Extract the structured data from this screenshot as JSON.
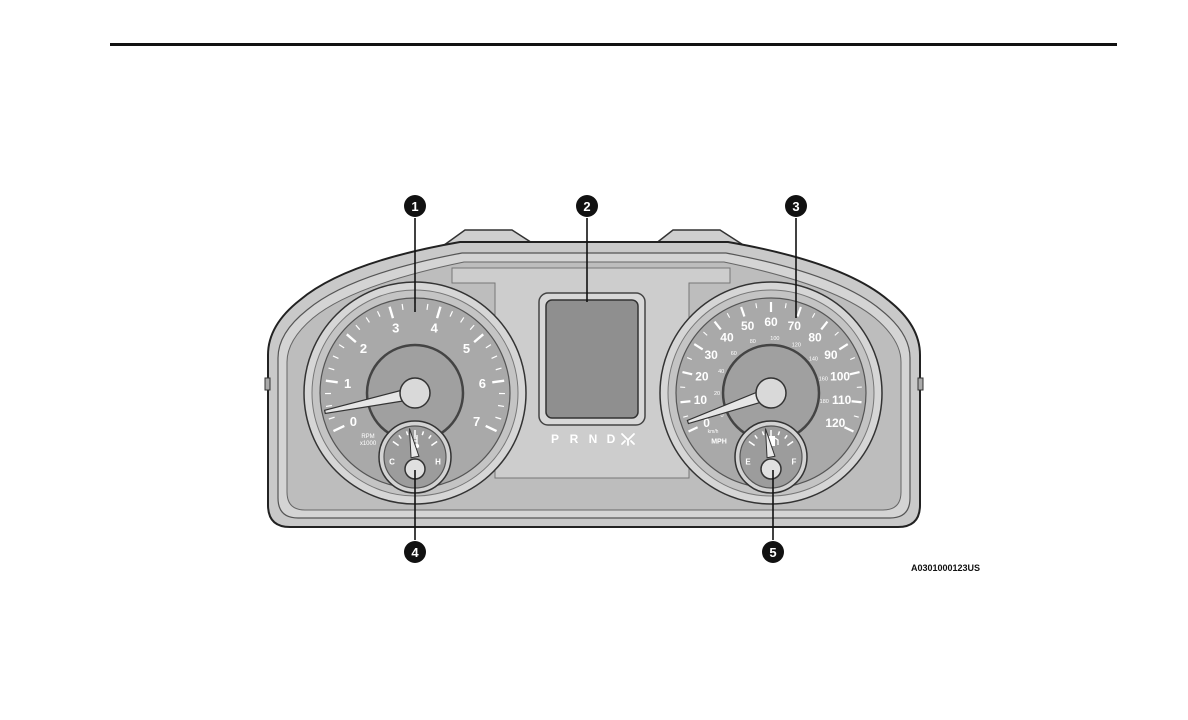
{
  "figure": {
    "code": "A0301000123US",
    "callouts": [
      {
        "number": "1",
        "target": "tachometer"
      },
      {
        "number": "2",
        "target": "display"
      },
      {
        "number": "3",
        "target": "speedometer"
      },
      {
        "number": "4",
        "target": "temp-gauge"
      },
      {
        "number": "5",
        "target": "fuel-gauge"
      }
    ]
  },
  "tachometer": {
    "labels": [
      "0",
      "1",
      "2",
      "3",
      "4",
      "5",
      "6",
      "7"
    ],
    "unit_line1": "RPM",
    "unit_line2": "x1000",
    "needle_value": 0.4
  },
  "speedometer": {
    "mph_labels": [
      "0",
      "10",
      "20",
      "30",
      "40",
      "50",
      "60",
      "70",
      "80",
      "90",
      "100",
      "110",
      "120"
    ],
    "kmh_labels": [
      "0",
      "20",
      "40",
      "60",
      "80",
      "100",
      "120",
      "140",
      "160",
      "180"
    ],
    "unit_mph": "MPH",
    "unit_kmh": "km/h",
    "needle_value": 3
  },
  "temp_gauge": {
    "low_label": "C",
    "high_label": "H",
    "icon": "coolant-temp-icon",
    "needle_value": 0.4
  },
  "fuel_gauge": {
    "low_label": "E",
    "high_label": "F",
    "icon": "fuel-pump-icon",
    "needle_value": 0.4
  },
  "gear_selector": {
    "gears": [
      "P",
      "R",
      "N",
      "D"
    ],
    "icon": "manual-shift-icon"
  }
}
